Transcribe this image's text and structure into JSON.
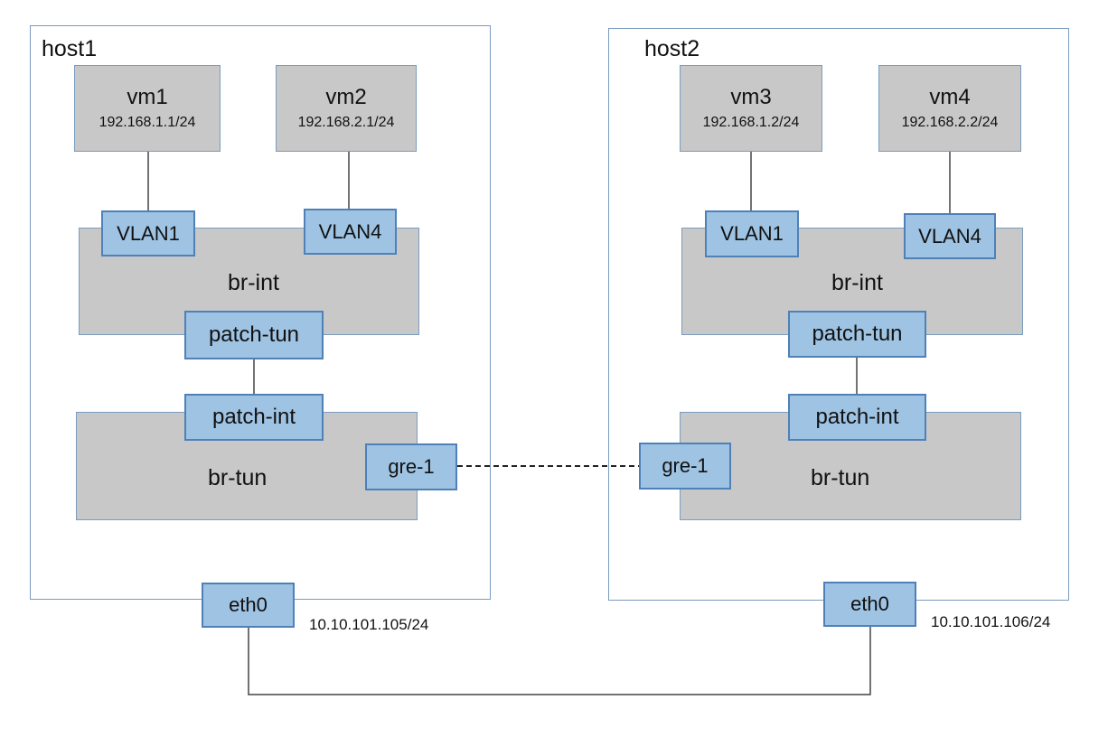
{
  "host1": {
    "label": "host1",
    "vms": [
      {
        "name": "vm1",
        "ip": "192.168.1.1/24"
      },
      {
        "name": "vm2",
        "ip": "192.168.2.1/24"
      }
    ],
    "br_int": {
      "label": "br-int",
      "ports": [
        "VLAN1",
        "VLAN4"
      ],
      "patch": "patch-tun"
    },
    "br_tun": {
      "label": "br-tun",
      "patch": "patch-int",
      "gre": "gre-1"
    },
    "eth": {
      "label": "eth0",
      "ip": "10.10.101.105/24"
    }
  },
  "host2": {
    "label": "host2",
    "vms": [
      {
        "name": "vm3",
        "ip": "192.168.1.2/24"
      },
      {
        "name": "vm4",
        "ip": "192.168.2.2/24"
      }
    ],
    "br_int": {
      "label": "br-int",
      "ports": [
        "VLAN1",
        "VLAN4"
      ],
      "patch": "patch-tun"
    },
    "br_tun": {
      "label": "br-tun",
      "patch": "patch-int",
      "gre": "gre-1"
    },
    "eth": {
      "label": "eth0",
      "ip": "10.10.101.106/24"
    }
  },
  "colors": {
    "frame": "#7a9cc0",
    "box_fill": "#c8c8c8",
    "port_fill": "#9ec3e3",
    "port_border": "#4f81b8",
    "caption_highlight": "#fff200"
  }
}
